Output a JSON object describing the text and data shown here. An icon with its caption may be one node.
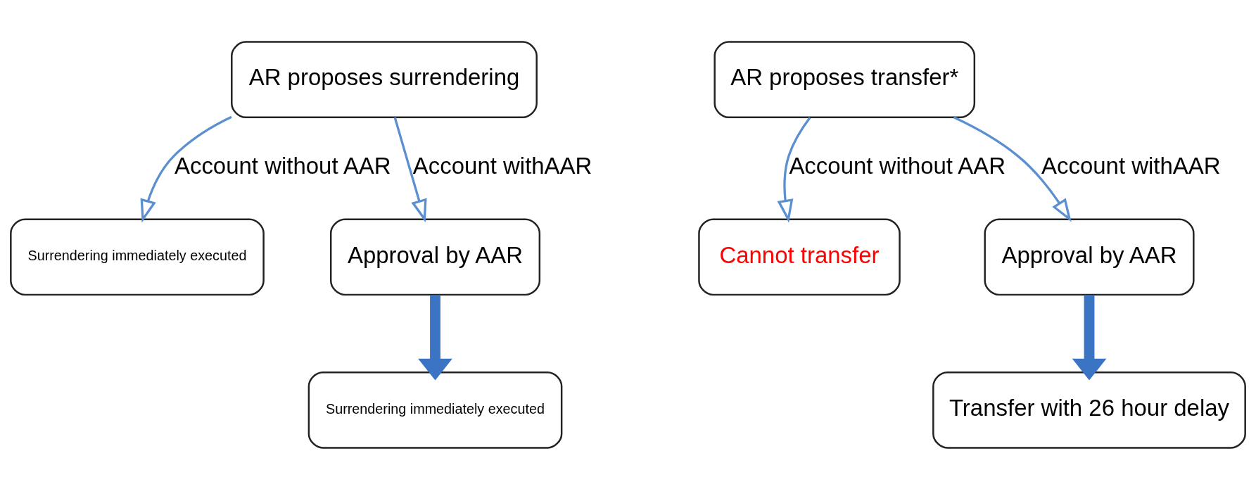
{
  "diagram": {
    "nodes": [
      {
        "text": [
          "AR proposes surrendering"
        ]
      },
      {
        "text": [
          "Surrendering immediately executed"
        ]
      },
      {
        "text": [
          "Approval by AAR"
        ]
      },
      {
        "text": [
          "Surrendering immediately executed"
        ]
      },
      {
        "text": [
          "AR proposes transfer*"
        ]
      },
      {
        "text": [
          "Cannot transfer"
        ]
      },
      {
        "text": [
          "Approval by AAR"
        ]
      },
      {
        "text": [
          "Transfer with 26 hour delay"
        ]
      }
    ],
    "edges": [
      {
        "from": 0,
        "to": 1,
        "arrow": "to",
        "label": "Account without AAR"
      },
      {
        "from": 0,
        "to": 2,
        "arrow": "to",
        "label": "Account withAAR"
      },
      {
        "from": 2,
        "to": 3,
        "arrow": "to",
        "style": "thick",
        "color": "#3c74c4"
      },
      {
        "from": 4,
        "to": 5,
        "arrow": "to",
        "label": "Account without AAR"
      },
      {
        "from": 4,
        "to": 6,
        "arrow": "to",
        "label": "Account withAAR"
      },
      {
        "from": 6,
        "to": 7,
        "arrow": "to",
        "style": "thick",
        "color": "#3c74c4"
      }
    ]
  }
}
